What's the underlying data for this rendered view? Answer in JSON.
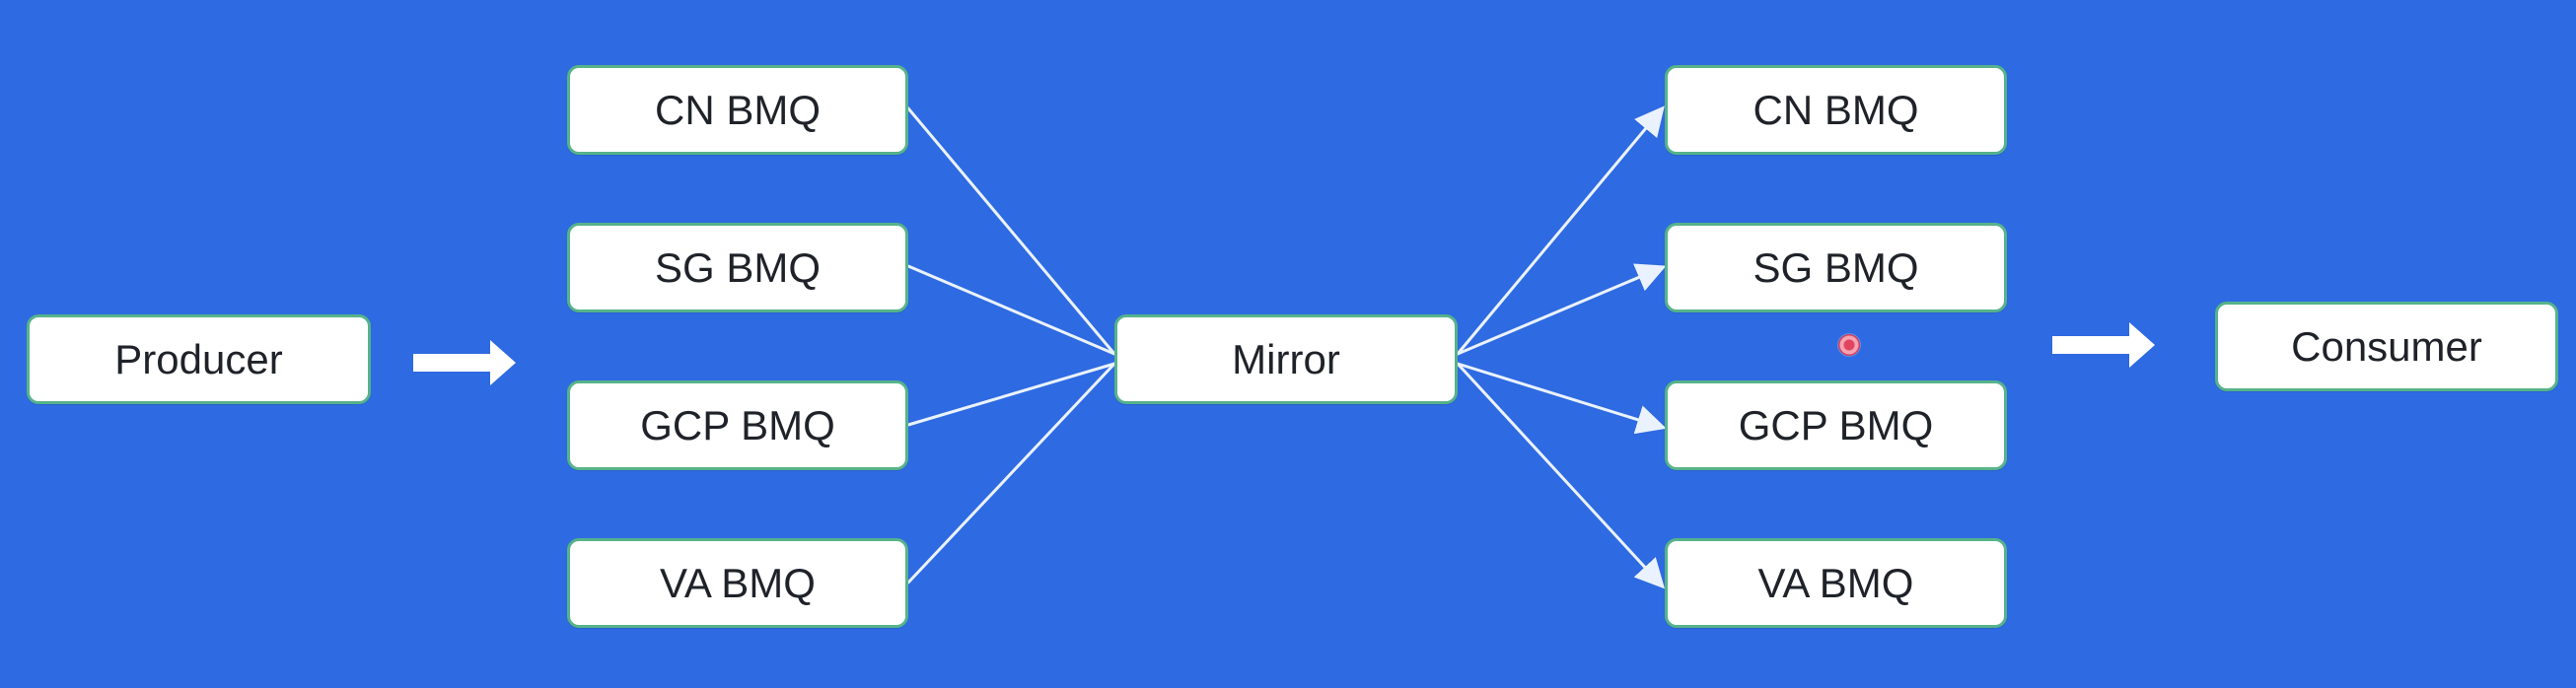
{
  "diagram": {
    "title": "",
    "colors": {
      "background": "#2e6ae1",
      "node_fill": "#ffffff",
      "node_border": "#56b38a",
      "connector": "#eaf2ff",
      "arrow": "#ffffff",
      "cursor_dot": "#e0445f"
    },
    "nodes": {
      "producer": {
        "label": "Producer"
      },
      "left_cn": {
        "label": "CN BMQ"
      },
      "left_sg": {
        "label": "SG BMQ"
      },
      "left_gcp": {
        "label": "GCP BMQ"
      },
      "left_va": {
        "label": "VA BMQ"
      },
      "mirror": {
        "label": "Mirror"
      },
      "right_cn": {
        "label": "CN BMQ"
      },
      "right_sg": {
        "label": "SG BMQ"
      },
      "right_gcp": {
        "label": "GCP BMQ"
      },
      "right_va": {
        "label": "VA BMQ"
      },
      "consumer": {
        "label": "Consumer"
      }
    }
  }
}
